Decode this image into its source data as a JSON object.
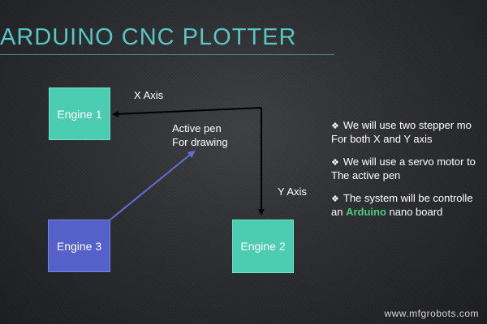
{
  "title": "ARDUINO CNC PLOTTER",
  "diagram": {
    "engine1": "Engine 1",
    "engine2": "Engine 2",
    "engine3": "Engine 3",
    "x_axis": "X Axis",
    "y_axis": "Y Axis",
    "pen_line1": "Active pen",
    "pen_line2": "For drawing"
  },
  "bullets": [
    {
      "line1": "We will use two stepper mo",
      "line2": "For both X and Y axis"
    },
    {
      "line1": "We will use a servo motor to",
      "line2": "The active pen"
    },
    {
      "line1": "The system will be controlle",
      "line2_prefix": "an ",
      "line2_highlight": "Arduino",
      "line2_suffix": " nano board"
    }
  ],
  "bullet_symbol": "❖",
  "watermark": "www.mfgrobots.com",
  "colors": {
    "title": "#58c6c4",
    "teal_box": "#4ccdb2",
    "blue_box": "#5560c9",
    "pen_arrow": "#5e70d8",
    "highlight": "#4ccd82"
  }
}
